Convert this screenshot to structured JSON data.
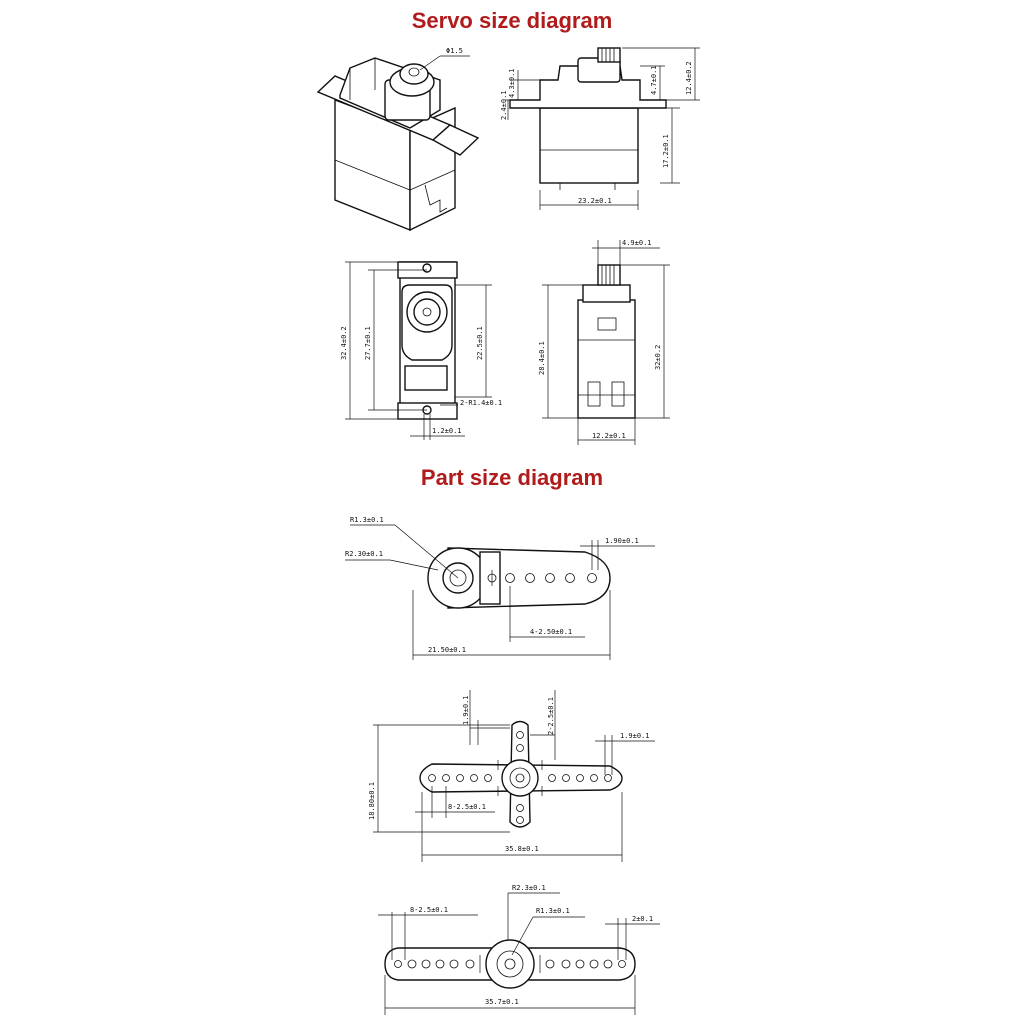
{
  "titles": {
    "servo": "Servo size diagram",
    "part": "Part size diagram"
  },
  "servo_dims": {
    "iso_shaft": "Φ1.5",
    "side_flange_thickness": "2.4±0.1",
    "side_flange_height": "4.3±0.1",
    "side_gear_height": "4.7±0.1",
    "side_top_total": "12.4±0.2",
    "side_body_height": "17.2±0.1",
    "side_width": "23.2±0.1",
    "front_total_height": "32.4±0.2",
    "front_hole_spacing": "27.7±0.1",
    "front_body_height": "22.5±0.1",
    "front_slot": "2-R1.4±0.1",
    "front_hole_dia": "1.2±0.1",
    "end_gear_offset": "4.9±0.1",
    "end_body_height": "28.4±0.1",
    "end_total_height": "32±0.2",
    "end_width": "12.2±0.1"
  },
  "part_dims": {
    "arm1_r_inner": "R1.3±0.1",
    "arm1_r_outer": "R2.30±0.1",
    "arm1_tip": "1.90±0.1",
    "arm1_holes": "4-2.50±0.1",
    "arm1_length": "21.50±0.1",
    "cross_arm_width": "1.9±0.1",
    "cross_holes_short": "2-2.5±0.1",
    "cross_tip": "1.9±0.1",
    "cross_height": "18.80±0.1",
    "cross_holes_long": "8-2.5±0.1",
    "cross_length": "35.8±0.1",
    "arm2_r_outer": "R2.3±0.1",
    "arm2_holes": "8-2.5±0.1",
    "arm2_r_inner": "R1.3±0.1",
    "arm2_tip": "2±0.1",
    "arm2_length": "35.7±0.1"
  }
}
